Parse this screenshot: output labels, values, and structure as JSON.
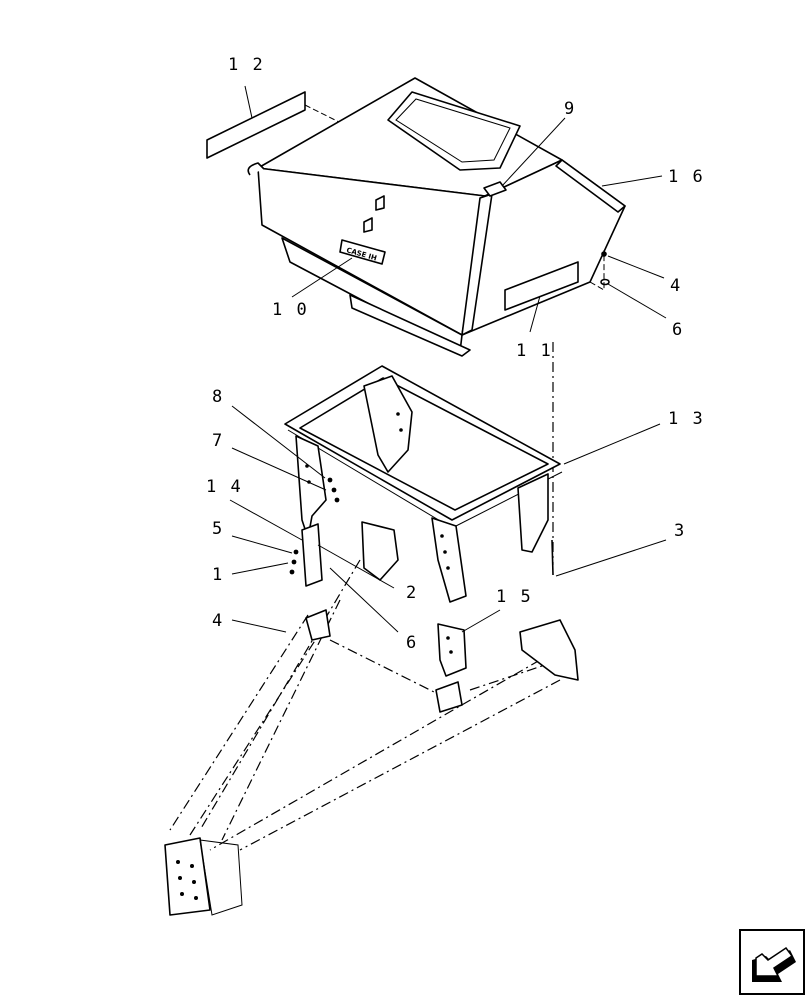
{
  "diagram": {
    "brand_logo_text": "CASE IH",
    "callouts": [
      {
        "id": "c12",
        "text": "1 2"
      },
      {
        "id": "c9",
        "text": "9"
      },
      {
        "id": "c16",
        "text": "1 6"
      },
      {
        "id": "c4a",
        "text": "4"
      },
      {
        "id": "c6a",
        "text": "6"
      },
      {
        "id": "c10",
        "text": "1 0"
      },
      {
        "id": "c11",
        "text": "1 1"
      },
      {
        "id": "c8",
        "text": "8"
      },
      {
        "id": "c13",
        "text": "1 3"
      },
      {
        "id": "c7",
        "text": "7"
      },
      {
        "id": "c14",
        "text": "1 4"
      },
      {
        "id": "c5",
        "text": "5"
      },
      {
        "id": "c1",
        "text": "1"
      },
      {
        "id": "c2",
        "text": "2"
      },
      {
        "id": "c3",
        "text": "3"
      },
      {
        "id": "c15",
        "text": "1 5"
      },
      {
        "id": "c4b",
        "text": "4"
      },
      {
        "id": "c6b",
        "text": "6"
      }
    ],
    "nav_icon": "arrow-back-icon"
  }
}
